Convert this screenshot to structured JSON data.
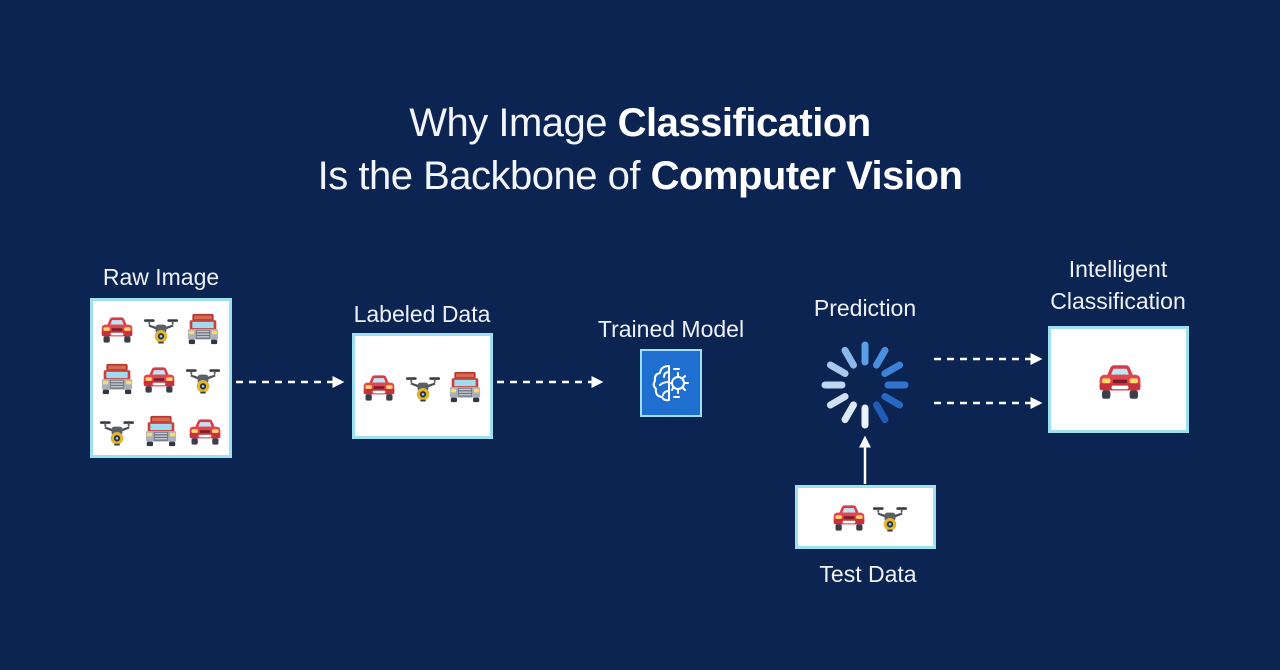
{
  "title": {
    "line1_plain": "Why Image ",
    "line1_bold": "Classification",
    "line2_plain": "Is the Backbone of ",
    "line2_bold": "Computer Vision"
  },
  "stages": {
    "raw_image": "Raw Image",
    "labeled_data": "Labeled Data",
    "trained_model": "Trained Model",
    "prediction": "Prediction",
    "intelligent_classification_line1": "Intelligent",
    "intelligent_classification_line2": "Classification",
    "test_data": "Test Data"
  },
  "icons": {
    "car": "car-icon",
    "drone": "drone-icon",
    "truck": "truck-icon",
    "model": "ai-gear-brain-icon",
    "spinner": "loading-spinner-icon"
  },
  "colors": {
    "background": "#0b2452",
    "box_border": "#9fe0ee",
    "accent_blue": "#1f6fd1",
    "car_red": "#e2454d"
  }
}
